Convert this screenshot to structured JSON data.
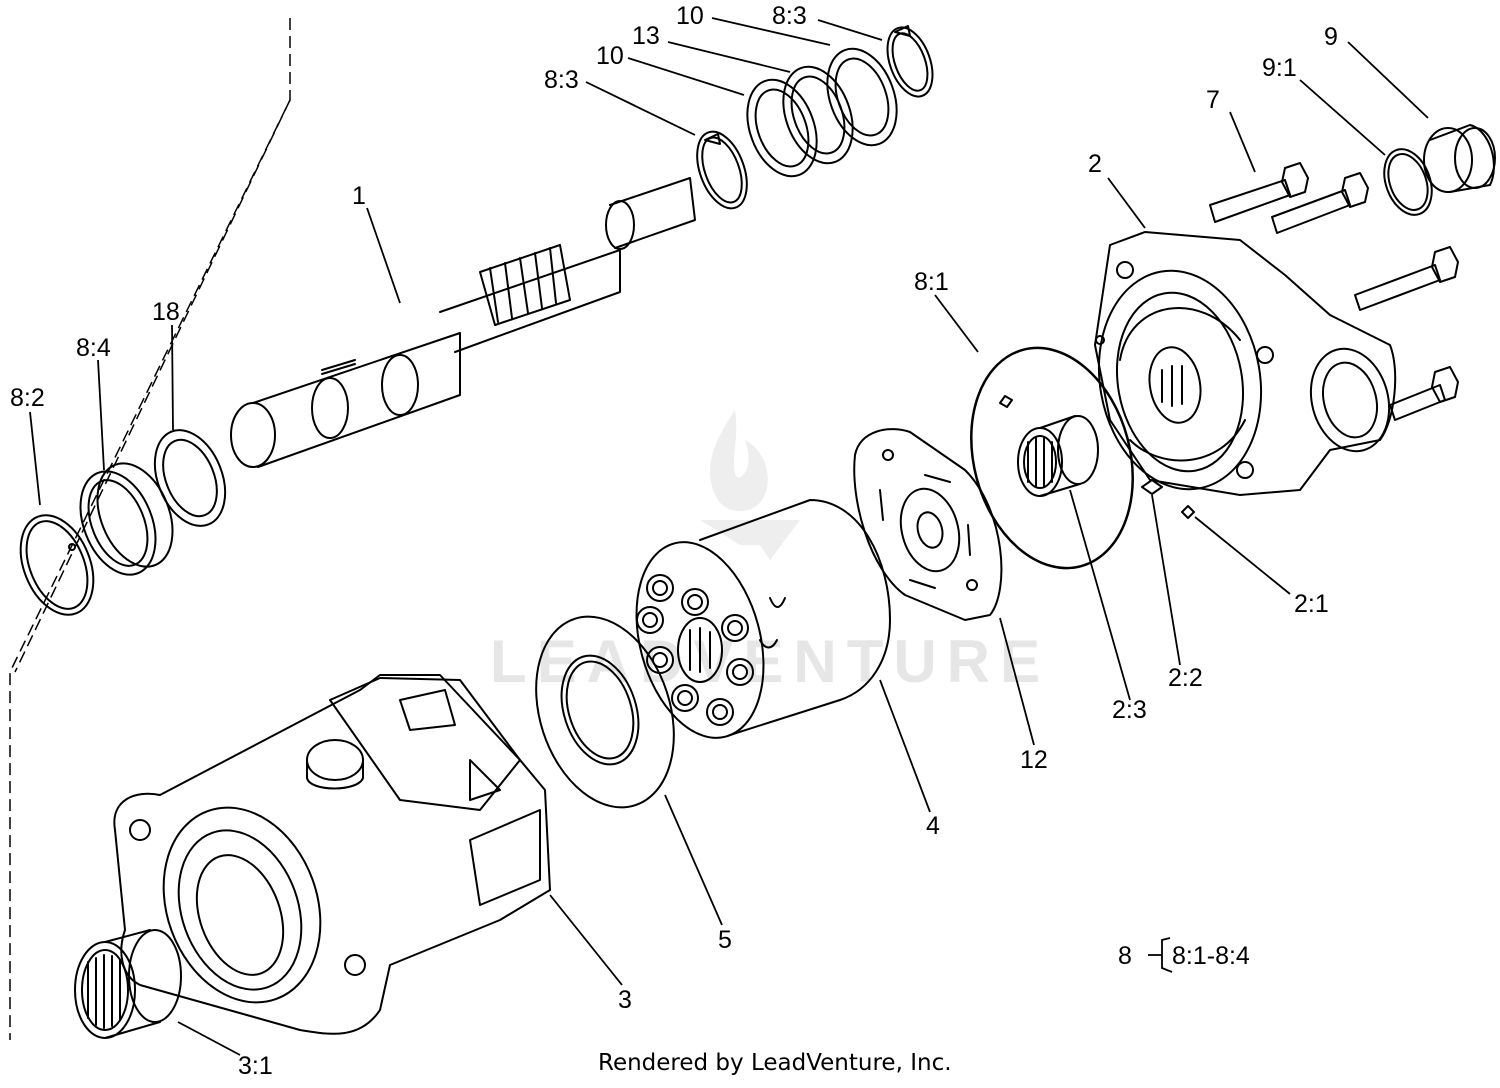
{
  "diagram": {
    "callouts": [
      {
        "id": "c-10a",
        "text": "10"
      },
      {
        "id": "c-83a",
        "text": "8:3"
      },
      {
        "id": "c-13",
        "text": "13"
      },
      {
        "id": "c-10b",
        "text": "10"
      },
      {
        "id": "c-83b",
        "text": "8:3"
      },
      {
        "id": "c-9",
        "text": "9"
      },
      {
        "id": "c-91",
        "text": "9:1"
      },
      {
        "id": "c-7",
        "text": "7"
      },
      {
        "id": "c-2",
        "text": "2"
      },
      {
        "id": "c-1",
        "text": "1"
      },
      {
        "id": "c-81",
        "text": "8:1"
      },
      {
        "id": "c-18",
        "text": "18"
      },
      {
        "id": "c-84",
        "text": "8:4"
      },
      {
        "id": "c-82",
        "text": "8:2"
      },
      {
        "id": "c-21",
        "text": "2:1"
      },
      {
        "id": "c-22",
        "text": "2:2"
      },
      {
        "id": "c-23",
        "text": "2:3"
      },
      {
        "id": "c-12",
        "text": "12"
      },
      {
        "id": "c-4",
        "text": "4"
      },
      {
        "id": "c-5",
        "text": "5"
      },
      {
        "id": "c-3",
        "text": "3"
      },
      {
        "id": "c-31",
        "text": "3:1"
      }
    ],
    "kit_legend": {
      "number": "8",
      "range": "8:1-8:4"
    },
    "watermark": "LEADVENTURE",
    "footer": "Rendered by LeadVenture, Inc."
  }
}
